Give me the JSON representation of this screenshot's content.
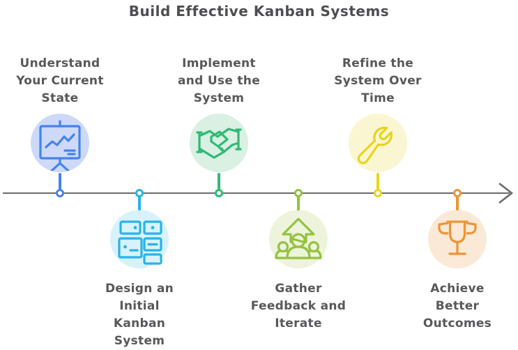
{
  "title": "Build Effective Kanban Systems",
  "colors": {
    "title_text": "#4e4e51",
    "label_text": "#58585b",
    "timeline": "#6a6a6a",
    "background": "#ffffff"
  },
  "steps": [
    {
      "label": "Understand\nYour Current\nState",
      "side": "top",
      "icon": "presentation-chart-icon",
      "accent": "#4483ee",
      "circle_fill": "#cdd9f7"
    },
    {
      "label": "Design an\nInitial\nKanban\nSystem",
      "side": "bottom",
      "icon": "kanban-board-icon",
      "accent": "#28b3e9",
      "circle_fill": "#d8f2fc"
    },
    {
      "label": "Implement\nand Use the\nSystem",
      "side": "top",
      "icon": "handshake-icon",
      "accent": "#2fba75",
      "circle_fill": "#d9f0e3"
    },
    {
      "label": "Gather\nFeedback and\nIterate",
      "side": "bottom",
      "icon": "team-growth-icon",
      "accent": "#94c23f",
      "circle_fill": "#eef4db"
    },
    {
      "label": "Refine the\nSystem Over\nTime",
      "side": "top",
      "icon": "wrench-icon",
      "accent": "#e8d41c",
      "circle_fill": "#faf6d2"
    },
    {
      "label": "Achieve\nBetter\nOutcomes",
      "side": "bottom",
      "icon": "trophy-icon",
      "accent": "#ec9435",
      "circle_fill": "#fbe9d7"
    }
  ]
}
